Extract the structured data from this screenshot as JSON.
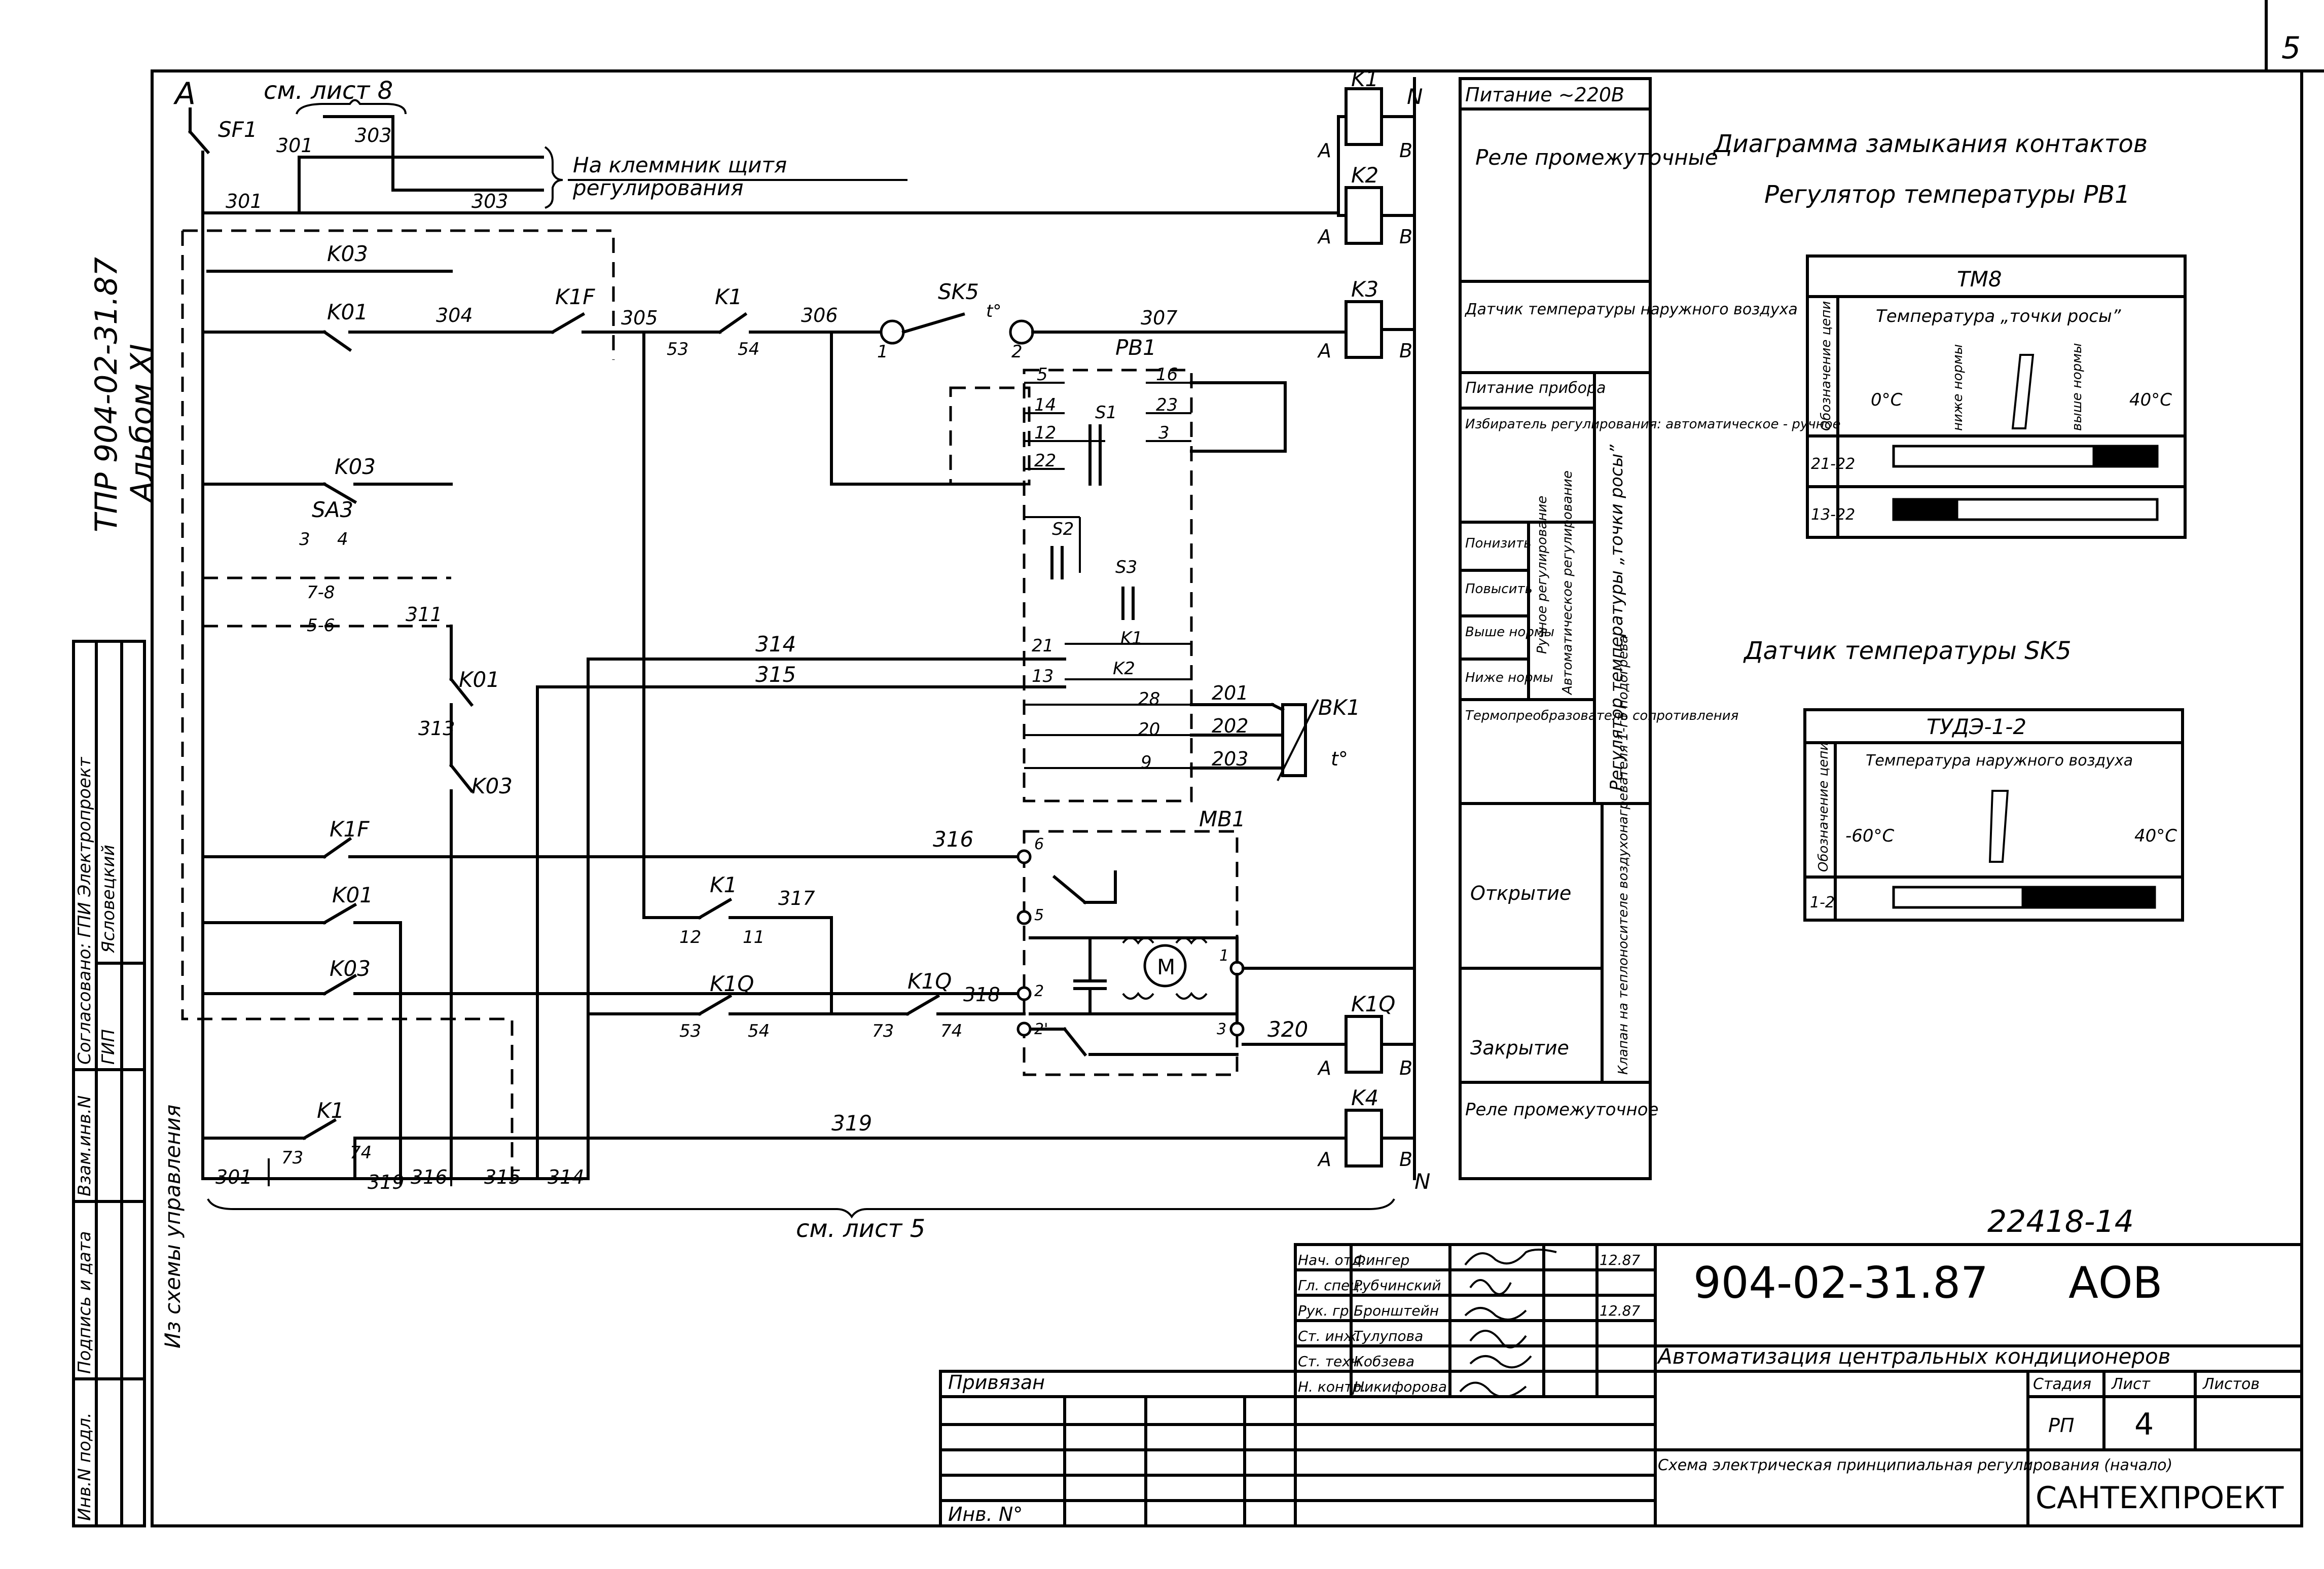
{
  "page_number": "5",
  "album": {
    "line1": "ТПР 904-02-31.87",
    "line2": "Альбом XI"
  },
  "side_stamp": {
    "agreed": "Согласовано: ГПИ Электропроект",
    "gip": "ГИП",
    "gip_name": "Ясловецкий",
    "inv_podl": "Инв.N подл.",
    "sign_date": "Подпись и дата",
    "vzam_inv": "Взам.инв.N"
  },
  "labels": {
    "phase_A": "A",
    "neutral_N": "N",
    "sf1": "SF1",
    "see_sheet8": "см. лист 8",
    "see_sheet5": "см. лист 5",
    "to_terminal_1": "На клеммник щитя",
    "to_terminal_2": "регулирования",
    "from_control": "Из схемы управления",
    "pb1": "PB1",
    "mb1": "MB1",
    "bk1": "BK1",
    "t_deg": "t°",
    "motor": "M",
    "sa3": "SA3",
    "sk5": "SK5"
  },
  "wires": [
    "301",
    "303",
    "301",
    "303",
    "304",
    "305",
    "306",
    "307",
    "311",
    "313",
    "314",
    "315",
    "316",
    "317",
    "318",
    "319",
    "320",
    "201",
    "202",
    "203"
  ],
  "contacts": {
    "k03": "K03",
    "k01": "K01",
    "k1f": "K1F",
    "k1": "K1",
    "k1q": "K1Q",
    "k2": "K2",
    "k3": "K3",
    "k4": "K4"
  },
  "legend": {
    "power": "Питание ~220В",
    "rows": [
      {
        "text": "Реле промежуточные"
      },
      {
        "text": "Датчик температуры наружного воздуха"
      },
      {
        "text": "Питание прибора"
      },
      {
        "text": "Избиратель регулирования: автоматическое - ручное"
      },
      {
        "text": "Понизить"
      },
      {
        "text": "Повысить"
      },
      {
        "text": "Выше нормы"
      },
      {
        "text": "Ниже нормы"
      },
      {
        "text": "Термопреобразователь сопротивления"
      },
      {
        "text": "Открытие"
      },
      {
        "text": "Закрытие"
      },
      {
        "text": "Реле промежуточное"
      }
    ],
    "group_regulator": "Регулятор температуры „точки росы”",
    "group_valve": "Клапан на теплоносителе воздухонагревателя 1-го подогрева",
    "group_manual": "Ручное регулирование",
    "group_auto": "Автоматическое регулирование"
  },
  "diagram1": {
    "title": "Диаграмма замыкания контактов",
    "subtitle": "Регулятор температуры РВ1",
    "device": "ТМ8",
    "col_header": "Обозначение цепи",
    "param": "Температура „точки росы”",
    "t_min": "0°C",
    "below": "ниже нормы",
    "above": "выше нормы",
    "t_max": "40°C",
    "rows": [
      {
        "circuit": "21-22"
      },
      {
        "circuit": "13-22"
      }
    ]
  },
  "diagram2": {
    "title": "Датчик температуры SK5",
    "device": "ТУДЭ-1-2",
    "col_header": "Обозначение цепи",
    "param": "Температура наружного воздуха",
    "t_min": "-60°C",
    "t_max": "40°C",
    "rows": [
      {
        "circuit": "1-2"
      }
    ]
  },
  "stamp": {
    "code_top": "22418-14",
    "doc_number": "904-02-31.87",
    "mark": "АОВ",
    "project": "Автоматизация центральных кондиционеров",
    "sheet_title": "Схема электрическая принципиальная регулирования (начало)",
    "stage_h": "Стадия",
    "sheet_h": "Лист",
    "sheets_h": "Листов",
    "stage": "РП",
    "sheet": "4",
    "company": "САНТЕХПРОЕКТ",
    "bound": "Привязан",
    "inv": "Инв. N°",
    "date1": "12.87",
    "date2": "12.87",
    "people": [
      {
        "role": "Нач. отд.",
        "name": "Фингер"
      },
      {
        "role": "Гл. спец.",
        "name": "Рубчинский"
      },
      {
        "role": "Рук. гр.",
        "name": "Бронштейн"
      },
      {
        "role": "Ст. инж.",
        "name": "Тулупова"
      },
      {
        "role": "Ст. техн.",
        "name": "Кобзева"
      },
      {
        "role": "Н. контр.",
        "name": "Никифорова"
      }
    ]
  }
}
